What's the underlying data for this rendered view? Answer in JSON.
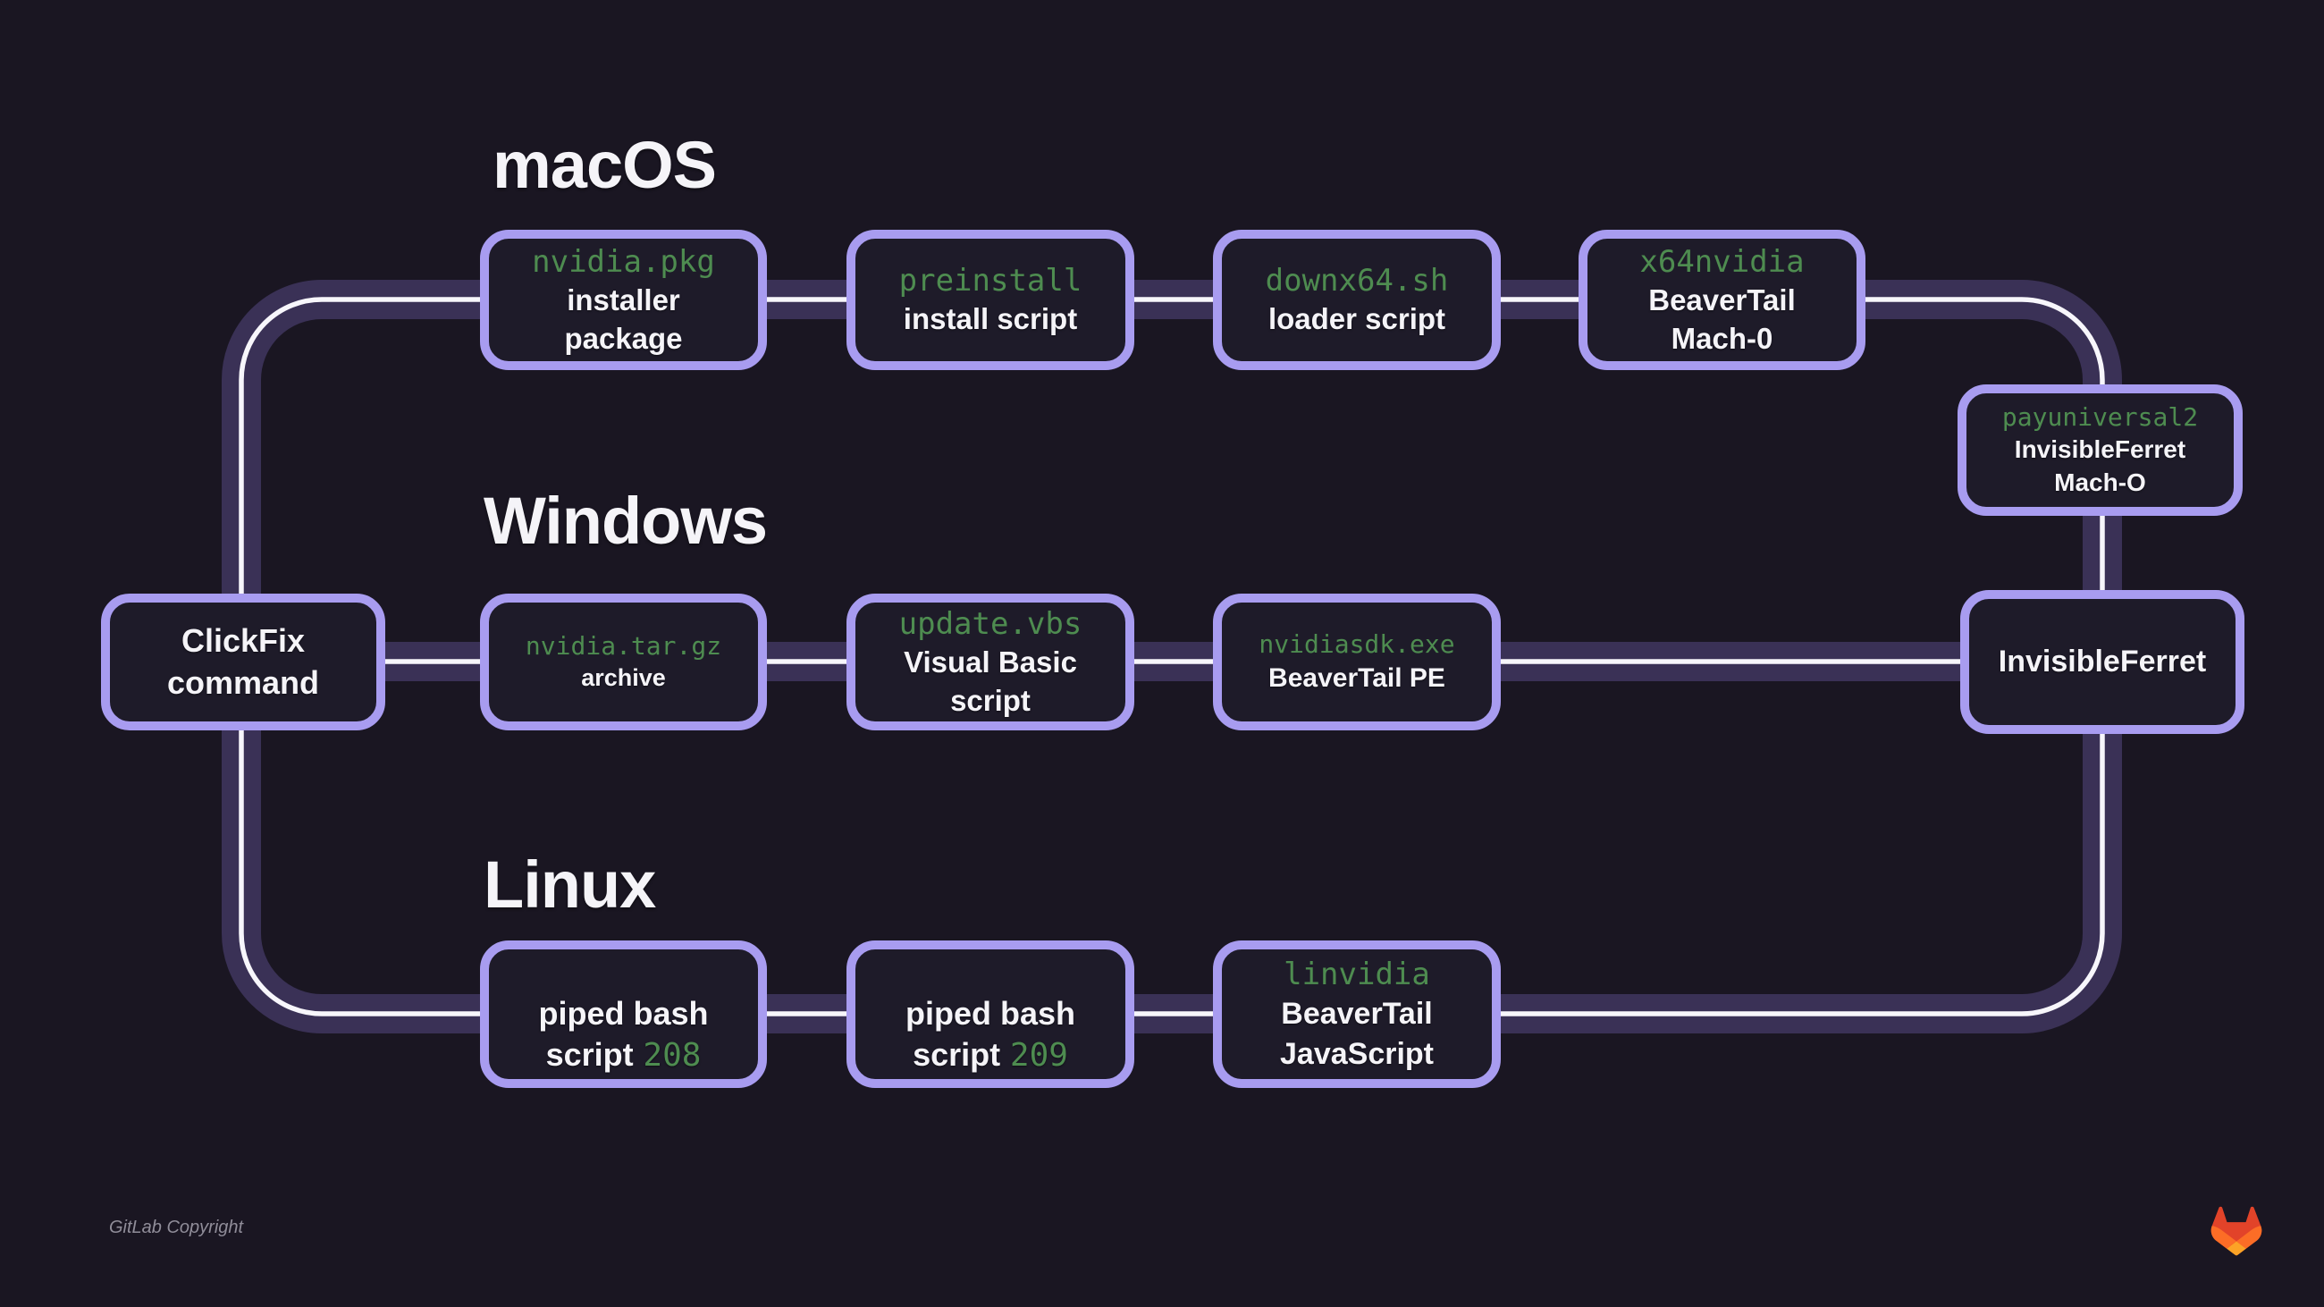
{
  "colors": {
    "page-bg": "#1a1622",
    "node-bg": "#1e1b29",
    "node-border": "#a89cf0",
    "band": "#3a3156",
    "line": "#f7f6fb",
    "code-green": "#4e8c50",
    "text": "#f5f4f8",
    "muted": "#908d99",
    "logo-red": "#e24329",
    "logo-orange": "#fc6d26",
    "logo-yellow": "#fca326"
  },
  "sections": {
    "macos": {
      "title": "macOS"
    },
    "windows": {
      "title": "Windows"
    },
    "linux": {
      "title": "Linux"
    }
  },
  "nodes": {
    "nvidia_pkg": {
      "code": "nvidia.pkg",
      "label": "installer\npackage"
    },
    "preinstall": {
      "code": "preinstall",
      "label": "install script"
    },
    "downx64": {
      "code": "downx64.sh",
      "label": "loader script"
    },
    "x64nvidia": {
      "code": "x64nvidia",
      "label": "BeaverTail\nMach-0"
    },
    "payuniversal2": {
      "code": "payuniversal2",
      "label": "InvisibleFerret\nMach-O"
    },
    "clickfix": {
      "label": "ClickFix\ncommand"
    },
    "nvidia_tar": {
      "code": "nvidia.tar.gz",
      "label": "archive"
    },
    "update_vbs": {
      "code": "update.vbs",
      "label": "Visual Basic\nscript"
    },
    "nvidiasdk": {
      "code": "nvidiasdk.exe",
      "label": "BeaverTail PE"
    },
    "invisibleferret": {
      "label": "InvisibleFerret"
    },
    "bash208": {
      "label": "piped bash\nscript",
      "num": "208"
    },
    "bash209": {
      "label": "piped bash\nscript",
      "num": "209"
    },
    "linvidia": {
      "code": "linvidia",
      "label": "BeaverTail\nJavaScript"
    }
  },
  "footer": {
    "copyright": "GitLab Copyright"
  },
  "icons": {
    "logo": "gitlab-tanuki"
  }
}
